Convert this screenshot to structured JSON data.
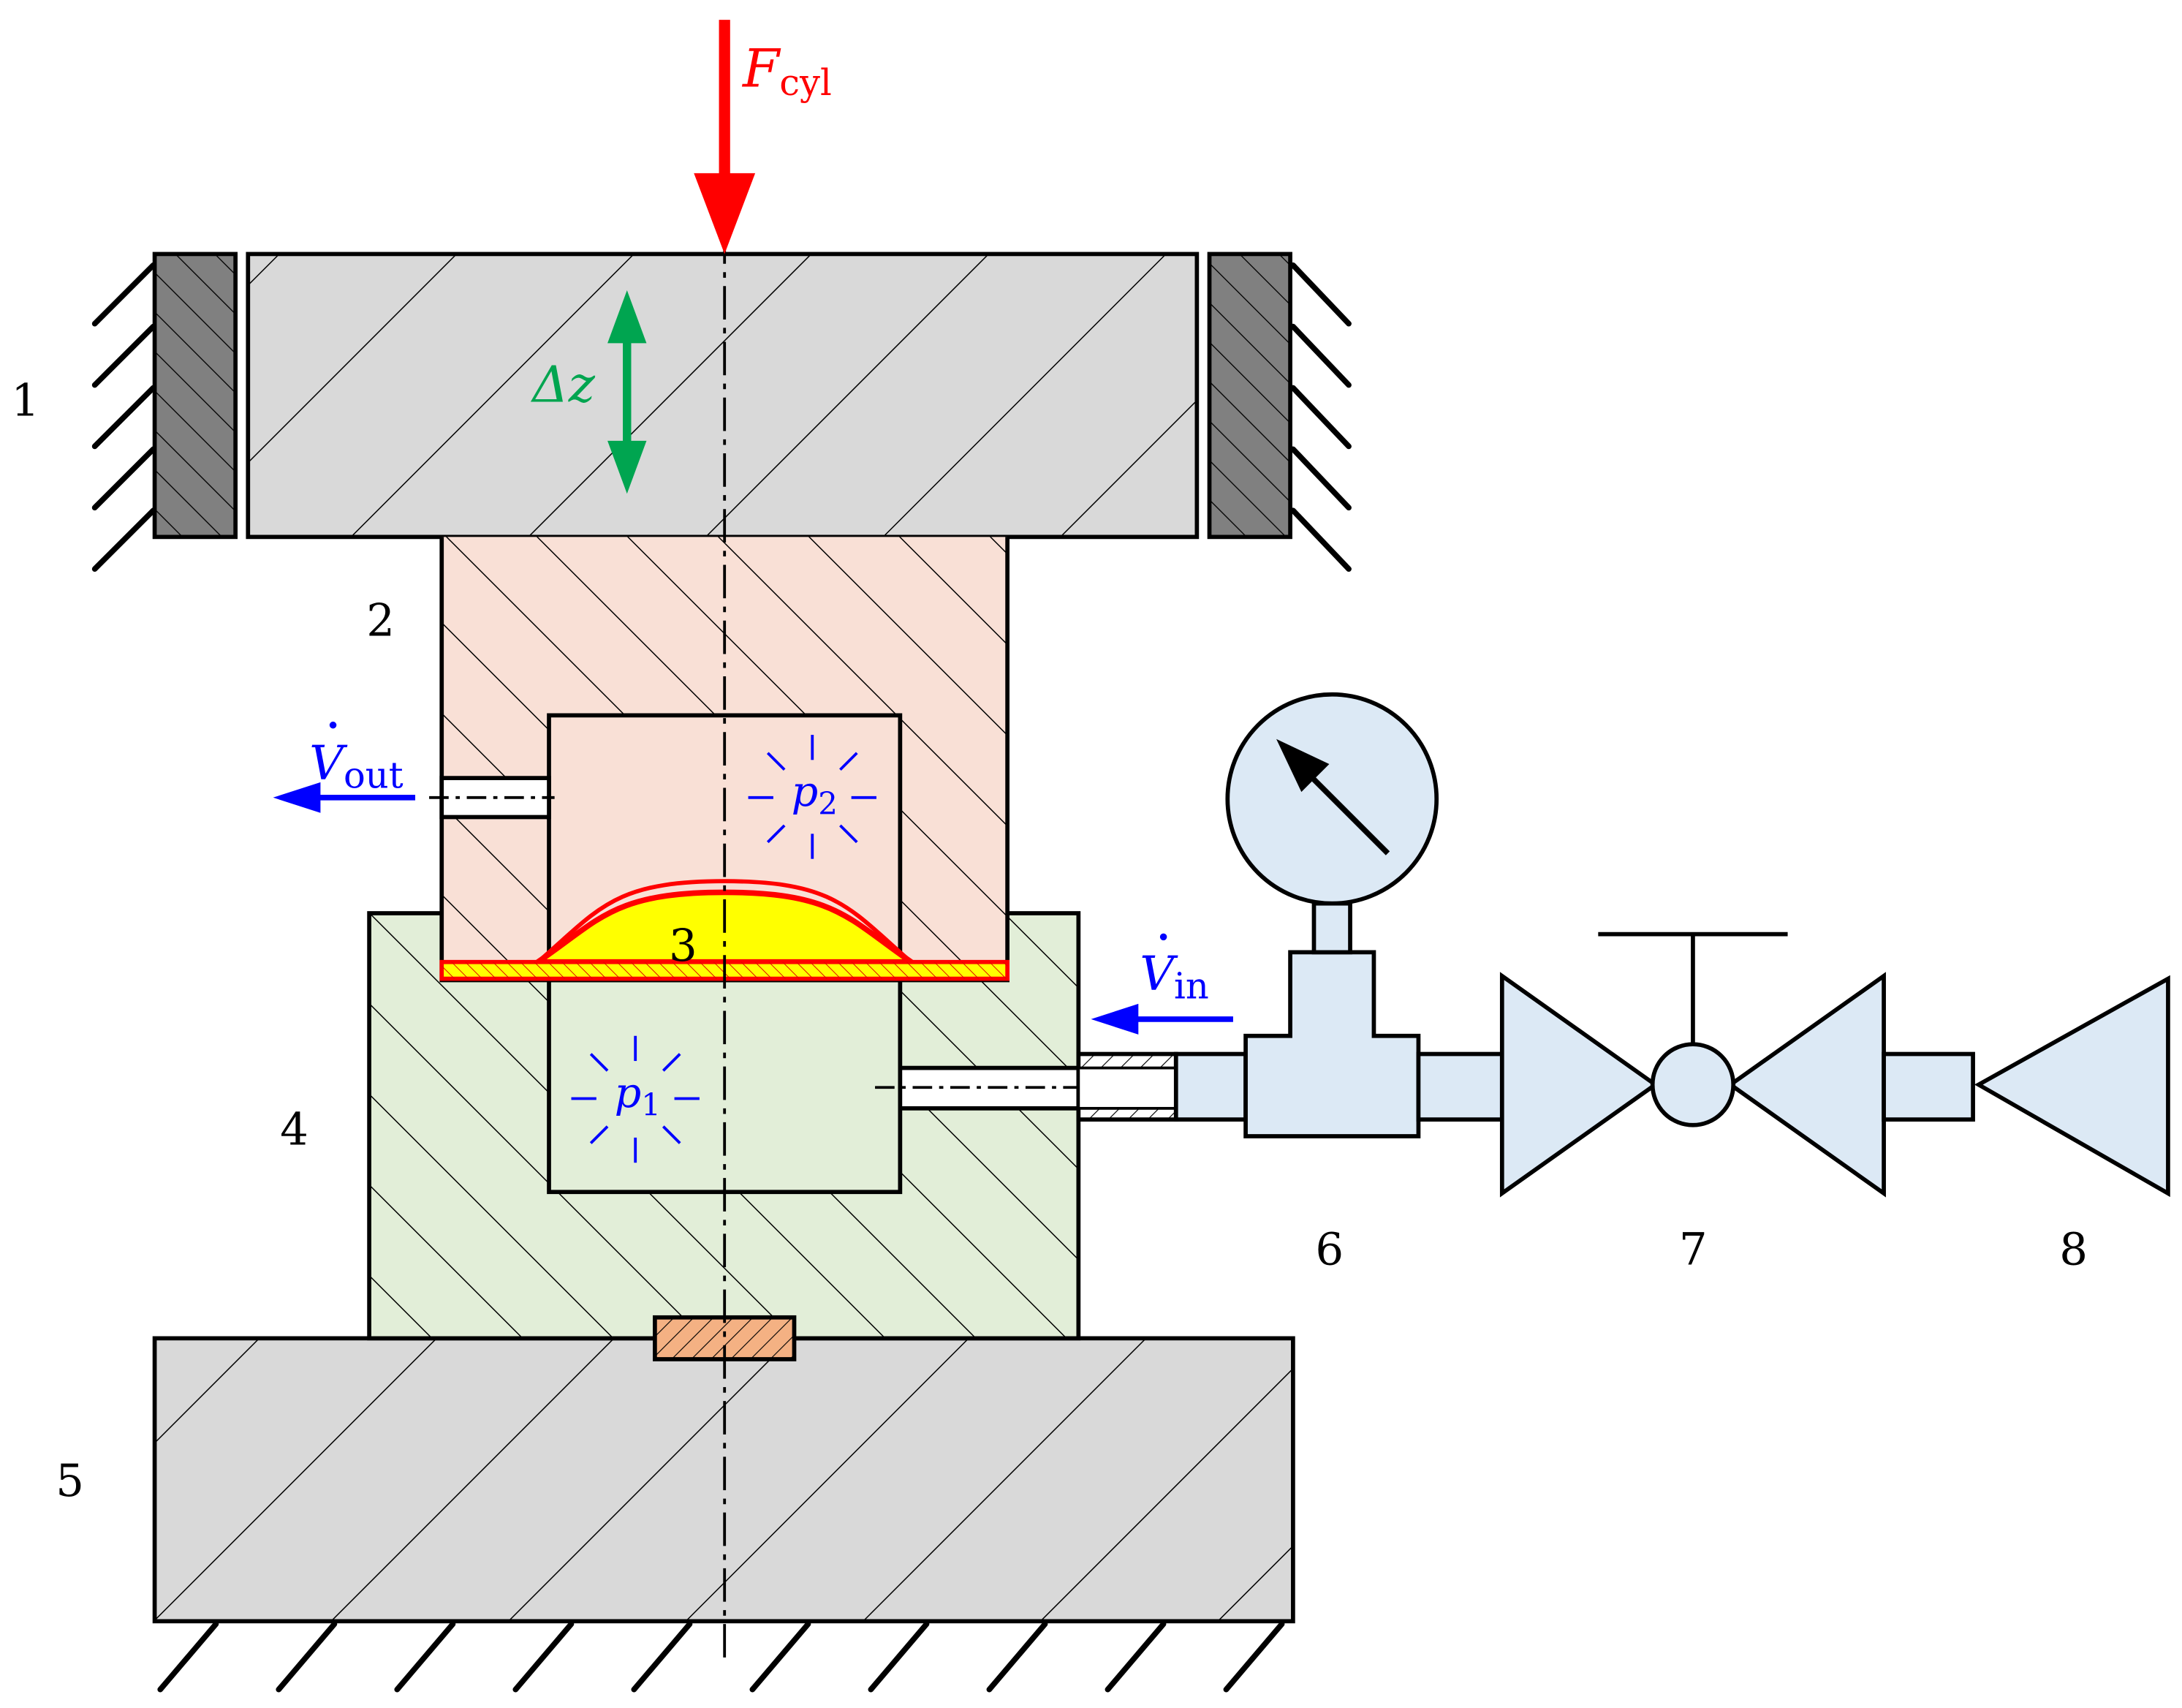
{
  "labels": {
    "n1": "1",
    "n2": "2",
    "n3": "3",
    "n4": "4",
    "n5": "5",
    "n6": "6",
    "n7": "7",
    "n8": "8"
  },
  "symbols": {
    "force": {
      "main": "F",
      "sub": "cyl"
    },
    "displacement": {
      "main": "Δz"
    },
    "flow_out": {
      "main": "V",
      "sub": "out"
    },
    "flow_in": {
      "main": "V",
      "sub": "in"
    },
    "pressure_upper": {
      "main": "p",
      "sub": "2"
    },
    "pressure_lower": {
      "main": "p",
      "sub": "1"
    }
  },
  "colors": {
    "force_arrow": "#ff0000",
    "displacement_arrow": "#00a550",
    "flow_arrows": "#0000ff",
    "pressure_marks": "#0000ff",
    "frame_gray": "#d9d9d9",
    "guide_dark": "#808080",
    "upper_die": "#f9e0d6",
    "lower_die": "#e2eed8",
    "sheet_fill": "#ffff00",
    "sheet_edge": "#ff0000",
    "pipe_fill": "#dce9f5",
    "sensor_fill": "#f4b183"
  }
}
